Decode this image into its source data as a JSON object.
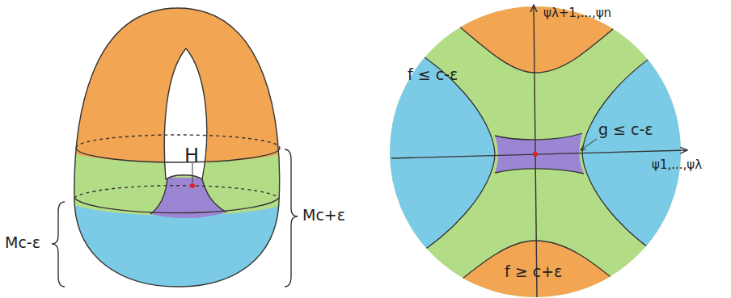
{
  "diagram": {
    "labels": [
      "H",
      "Mc-ε",
      "Mc+ε",
      "ψλ+1,...,ψn",
      "f ≤ c-ε",
      "g ≤ c-ε",
      "ψ1,...,ψλ",
      "f ≥ c+ε"
    ]
  }
}
